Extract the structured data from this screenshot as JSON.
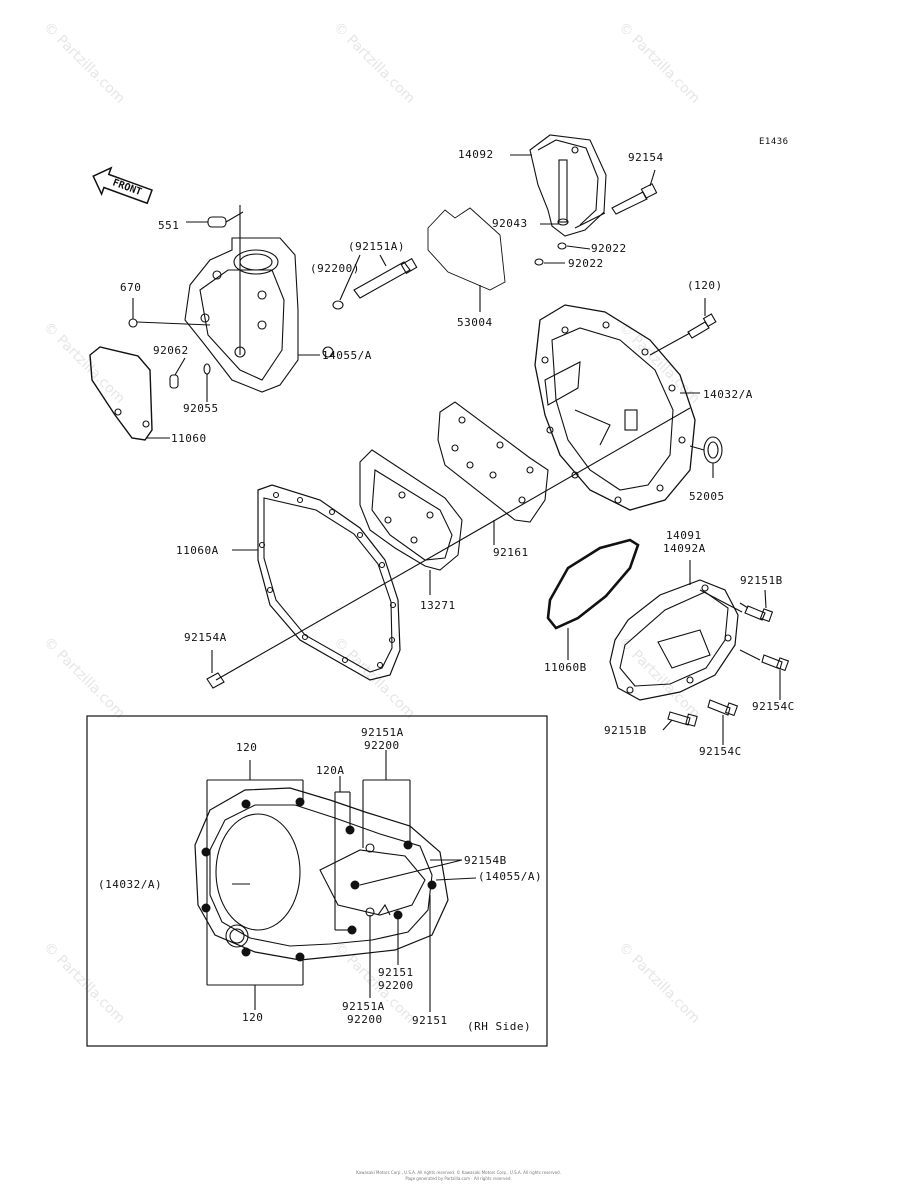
{
  "diagram_code": "E1436",
  "direction_label": "FRONT",
  "watermark": "© Partzilla.com",
  "callouts": {
    "p14092": "14092",
    "p92154": "92154",
    "p92043": "92043",
    "p92022a": "92022",
    "p92022b": "92022",
    "p53004": "53004",
    "p551": "551",
    "p92151A_paren": "(92151A)",
    "p92200_paren": "(92200)",
    "p670": "670",
    "p92062": "92062",
    "p14055A": "14055/A",
    "p92055": "92055",
    "p11060": "11060",
    "p120_paren": "(120)",
    "p14032A": "14032/A",
    "p52005": "52005",
    "p92161": "92161",
    "p11060A": "11060A",
    "p13271": "13271",
    "p92154A": "92154A",
    "p14091": "14091",
    "p14092A": "14092A",
    "p92151B_top": "92151B",
    "p11060B": "11060B",
    "p92154C_a": "92154C",
    "p92151B_bot": "92151B",
    "p92154C_b": "92154C"
  },
  "inset": {
    "side_label": "(RH Side)",
    "callouts": {
      "c120_top": "120",
      "c92151A_top": "92151A",
      "c92200_top": "92200",
      "c120A": "120A",
      "c92154B": "92154B",
      "c14032A": "(14032/A)",
      "c14055A": "(14055/A)",
      "c92151_mid": "92151",
      "c92200_mid": "92200",
      "c92151A_bot": "92151A",
      "c92200_bot": "92200",
      "c92151_bot": "92151",
      "c120_bot": "120"
    }
  },
  "footer": {
    "line1": "Kawasaki Motors Corp., U.S.A. All rights reserved. © Kawasaki Motors Corp., U.S.A. All rights reserved.",
    "line2": "Page generated by Partzilla.com · All rights reserved."
  }
}
